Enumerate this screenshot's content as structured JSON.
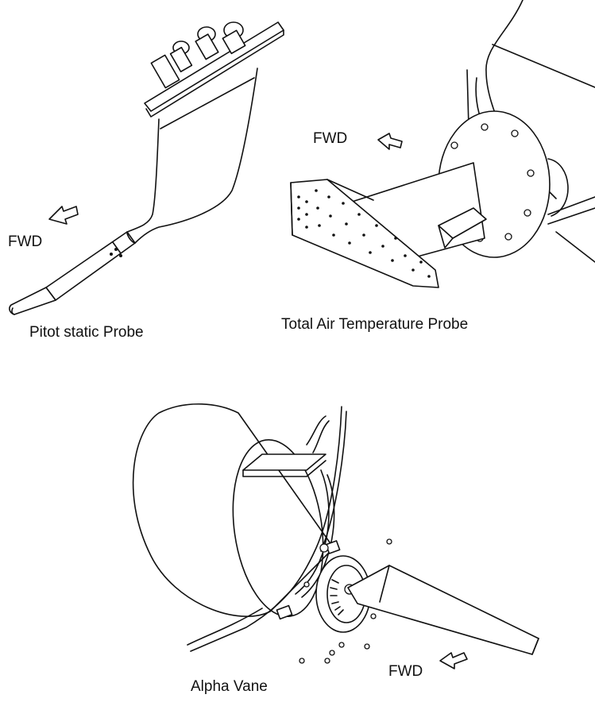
{
  "labels": {
    "fwd_pitot": "FWD",
    "fwd_tat": "FWD",
    "fwd_alpha": "FWD",
    "pitot_caption": "Pitot static Probe",
    "tat_caption": "Total Air Temperature Probe",
    "alpha_caption": "Alpha Vane"
  }
}
